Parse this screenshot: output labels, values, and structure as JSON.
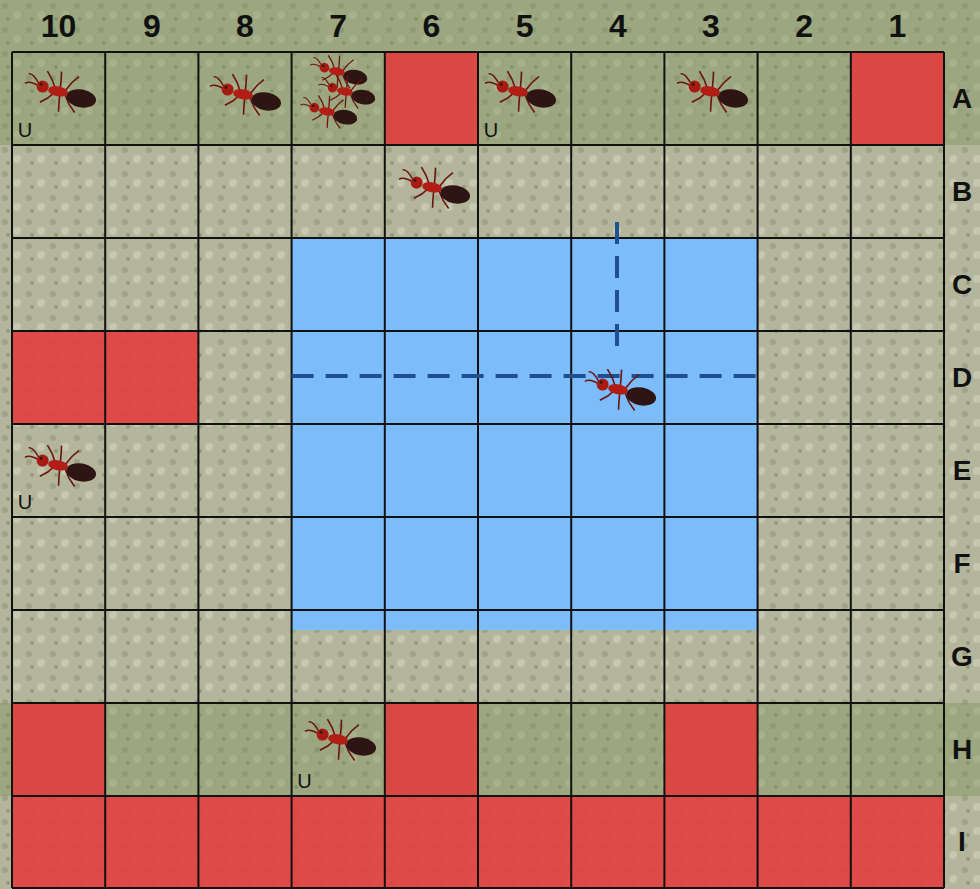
{
  "diagram": {
    "labels": [
      "10",
      "9",
      "8",
      "7",
      "6",
      "5",
      "4",
      "3",
      "2",
      "1",
      "A",
      "B",
      "C",
      "D",
      "E",
      "F",
      "G",
      "H",
      "I",
      "U",
      "U",
      "U",
      "U"
    ]
  }
}
